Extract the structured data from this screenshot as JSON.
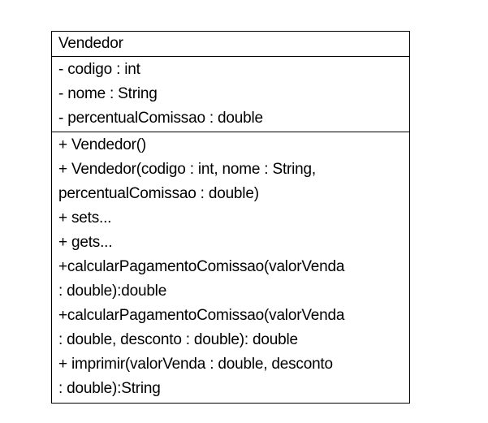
{
  "class": {
    "name": "Vendedor",
    "attributes": [
      "- codigo : int",
      "- nome : String",
      "- percentualComissao : double"
    ],
    "methods": [
      "+ Vendedor()",
      "+ Vendedor(codigo : int, nome : String,",
      "percentualComissao : double)",
      "+ sets...",
      "+ gets...",
      "+calcularPagamentoComissao(valorVenda",
      ": double):double",
      "+calcularPagamentoComissao(valorVenda",
      ": double, desconto : double): double",
      "+ imprimir(valorVenda : double, desconto",
      ": double):String"
    ]
  }
}
